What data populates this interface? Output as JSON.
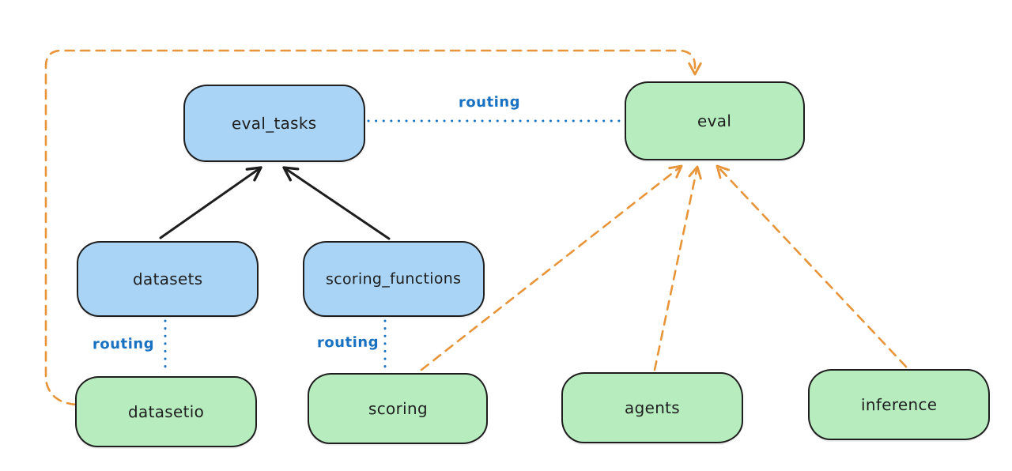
{
  "diagram": {
    "title": "provider routing diagram",
    "background": "#ffffff",
    "colors": {
      "node_stroke": "#1e1e1e",
      "blue_node_fill": "#a9d4f5",
      "green_node_fill": "#b7ecbf",
      "routing_blue": "#1971c2",
      "orange_dashed": "#e8953a",
      "solid_arrow_black": "#1e1e1e"
    },
    "nodes": [
      {
        "id": "eval_tasks",
        "label": "eval_tasks",
        "fill": "blue"
      },
      {
        "id": "eval",
        "label": "eval",
        "fill": "green"
      },
      {
        "id": "datasets",
        "label": "datasets",
        "fill": "blue"
      },
      {
        "id": "scoring_functions",
        "label": "scoring_functions",
        "fill": "blue"
      },
      {
        "id": "datasetio",
        "label": "datasetio",
        "fill": "green"
      },
      {
        "id": "scoring",
        "label": "scoring",
        "fill": "green"
      },
      {
        "id": "agents",
        "label": "agents",
        "fill": "green"
      },
      {
        "id": "inference",
        "label": "inference",
        "fill": "green"
      }
    ],
    "routing_labels": [
      {
        "text": "routing",
        "position": "between eval_tasks and eval"
      },
      {
        "text": "routing",
        "position": "between datasets and datasetio"
      },
      {
        "text": "routing",
        "position": "between scoring_functions and scoring"
      }
    ],
    "edges": [
      {
        "from": "datasets",
        "to": "eval_tasks",
        "style": "solid-arrow",
        "color": "#1e1e1e"
      },
      {
        "from": "scoring_functions",
        "to": "eval_tasks",
        "style": "solid-arrow",
        "color": "#1e1e1e"
      },
      {
        "from": "eval_tasks",
        "to": "eval",
        "style": "dotted-line",
        "color": "#1971c2",
        "label": "routing"
      },
      {
        "from": "datasets",
        "to": "datasetio",
        "style": "dotted-line",
        "color": "#1971c2",
        "label": "routing"
      },
      {
        "from": "scoring_functions",
        "to": "scoring",
        "style": "dotted-line",
        "color": "#1971c2",
        "label": "routing"
      },
      {
        "from": "datasetio",
        "to": "eval",
        "style": "dashed-arrow",
        "color": "#e8953a",
        "route": "around left and top edge"
      },
      {
        "from": "scoring",
        "to": "eval",
        "style": "dashed-arrow",
        "color": "#e8953a"
      },
      {
        "from": "agents",
        "to": "eval",
        "style": "dashed-arrow",
        "color": "#e8953a"
      },
      {
        "from": "inference",
        "to": "eval",
        "style": "dashed-arrow",
        "color": "#e8953a"
      }
    ]
  }
}
